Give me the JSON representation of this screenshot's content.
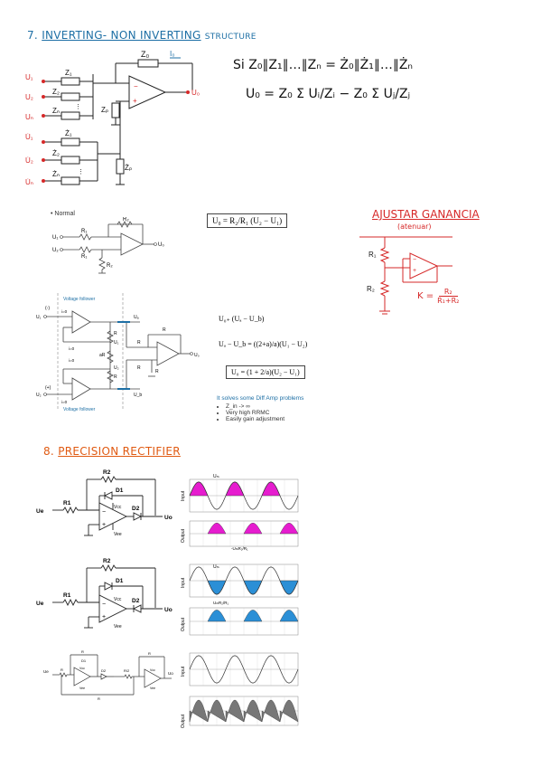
{
  "section7": {
    "title_prefix": "7.",
    "title_main": "INVERTING- NON INVERTING",
    "title_suffix": "STRUCTURE",
    "condition": "Si Z₀∥Z₁∥…∥Zₙ = Ż₀∥Ż₁∥…∥Żₙ",
    "output_formula": "U₀ = Z₀ Σ Uᵢ/Zᵢ − Z₀ Σ Uⱼ/Zⱼ",
    "labels": {
      "z0": "Z₀",
      "i0": "I₀",
      "u1": "U₁",
      "u2": "U₂",
      "un": "Uₙ",
      "z1": "Z₁",
      "z2": "Z₂",
      "zn": "Zₙ",
      "zp": "Zₚ",
      "uo": "U₀",
      "u1d": "U̇₁",
      "u2d": "U̇₂",
      "und": "U̇ₙ",
      "z1d": "Ż₁",
      "z2d": "Ż₂",
      "znd": "Żₙ",
      "zpd": "Żₚ",
      "dots": "⋮"
    }
  },
  "normal": {
    "bullet": "Normal",
    "formula": "U₀ = R₂/R₁ (U₂ − U₁)",
    "labels": {
      "r2top": "R₂",
      "r1a": "R₁",
      "r1b": "R₁",
      "r2": "R₂",
      "u1": "U₁",
      "u2": "U₂",
      "u0": "U₀"
    }
  },
  "adjust": {
    "title": "AJUSTAR GANANCIA",
    "subtitle": "(atenuar)",
    "r1": "R₁",
    "r2": "R₂",
    "k_label": "K =",
    "k_num": "R₂",
    "k_den": "R₁+R₂"
  },
  "follower": {
    "top_label": "Voltage follower",
    "bottom_label": "Voltage follower",
    "f1": "U₀₊ (Uₐ − U_b)",
    "f2": "Uₐ − U_b = ((2+a)/a)(U₁ − U₂)",
    "f3": "U₀ = (1 + 2/a)(U₂ − U₁)",
    "note": "It solves some Diff Amp problems",
    "bullets": [
      "Z_in -> ∞",
      "Very high RRMC",
      "Easily gain adjustment"
    ],
    "labels": {
      "minus": "(-)",
      "plus": "(+)",
      "i0a": "i=0",
      "i0b": "i=0",
      "i0c": "i=0",
      "i0d": "i=0",
      "u1": "U₁",
      "u2": "U₂",
      "ua": "Uₐ",
      "ub": "U_b",
      "u0": "U₀",
      "r": "R",
      "ar": "aR",
      "u1n": "U₁",
      "u2n": "U₂"
    }
  },
  "section8": {
    "title_prefix": "8.",
    "title_main": "PRECISION RECTIFIER",
    "circuit_labels": {
      "r2": "R2",
      "d1": "D1",
      "d2": "D2",
      "r1": "R1",
      "ue": "Ue",
      "uo": "Uo",
      "vcc": "Vcc",
      "vee": "Vee",
      "r": "R",
      "r2div": "R/2"
    },
    "graph_labels": {
      "input": "Input",
      "output": "Output",
      "um": "Uₘ",
      "g1_out": "-UₘR₂/R₁",
      "g2_out": "UₘR₂/R₁"
    }
  }
}
